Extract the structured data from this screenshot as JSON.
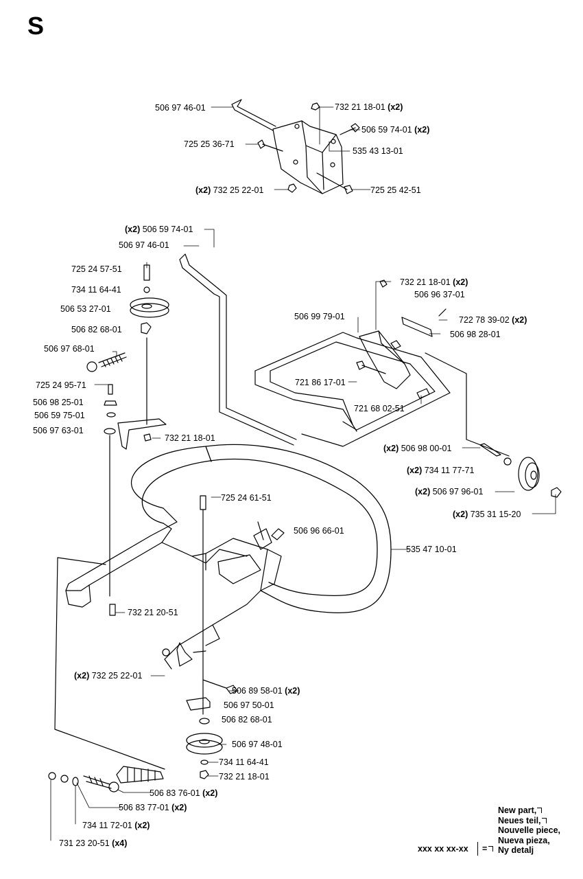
{
  "section_letter": "S",
  "labels": [
    {
      "id": "l01",
      "pre": "",
      "text": "506 97 46-01",
      "qty": ""
    },
    {
      "id": "l02",
      "pre": "",
      "text": "732 21 18-01",
      "qty": "(x2)"
    },
    {
      "id": "l03",
      "pre": "",
      "text": "506 59 74-01",
      "qty": "(x2)"
    },
    {
      "id": "l04",
      "pre": "",
      "text": "725 25 36-71",
      "qty": ""
    },
    {
      "id": "l05",
      "pre": "",
      "text": "535 43 13-01",
      "qty": ""
    },
    {
      "id": "l06",
      "pre": "(x2)",
      "text": "732 25 22-01",
      "qty": ""
    },
    {
      "id": "l07",
      "pre": "",
      "text": "725 25 42-51",
      "qty": ""
    },
    {
      "id": "l08",
      "pre": "(x2)",
      "text": "506 59 74-01",
      "qty": ""
    },
    {
      "id": "l09",
      "pre": "",
      "text": "506 97 46-01",
      "qty": ""
    },
    {
      "id": "l10",
      "pre": "",
      "text": "725 24 57-51",
      "qty": ""
    },
    {
      "id": "l11",
      "pre": "",
      "text": "734 11 64-41",
      "qty": ""
    },
    {
      "id": "l12",
      "pre": "",
      "text": "506 53 27-01",
      "qty": ""
    },
    {
      "id": "l13",
      "pre": "",
      "text": "506 82 68-01",
      "qty": ""
    },
    {
      "id": "l14",
      "pre": "",
      "text": "506 97 68-01",
      "qty": ""
    },
    {
      "id": "l15",
      "pre": "",
      "text": "725 24 95-71",
      "qty": ""
    },
    {
      "id": "l16",
      "pre": "",
      "text": "506 98 25-01",
      "qty": ""
    },
    {
      "id": "l17",
      "pre": "",
      "text": "506 59 75-01",
      "qty": ""
    },
    {
      "id": "l18",
      "pre": "",
      "text": "506 97 63-01",
      "qty": ""
    },
    {
      "id": "l19",
      "pre": "",
      "text": "732 21 18-01",
      "qty": ""
    },
    {
      "id": "l20",
      "pre": "",
      "text": "732 21 18-01",
      "qty": "(x2)"
    },
    {
      "id": "l21",
      "pre": "",
      "text": "506 96 37-01",
      "qty": ""
    },
    {
      "id": "l22",
      "pre": "",
      "text": "506 99 79-01",
      "qty": ""
    },
    {
      "id": "l23",
      "pre": "",
      "text": "722 78 39-02",
      "qty": "(x2)"
    },
    {
      "id": "l24",
      "pre": "",
      "text": "506 98 28-01",
      "qty": ""
    },
    {
      "id": "l25",
      "pre": "",
      "text": "721 86 17-01",
      "qty": ""
    },
    {
      "id": "l26",
      "pre": "",
      "text": "721 68 02-51",
      "qty": ""
    },
    {
      "id": "l27",
      "pre": "(x2)",
      "text": "506 98 00-01",
      "qty": ""
    },
    {
      "id": "l28",
      "pre": "(x2)",
      "text": "734 11 77-71",
      "qty": ""
    },
    {
      "id": "l29",
      "pre": "(x2)",
      "text": "506 97 96-01",
      "qty": ""
    },
    {
      "id": "l30",
      "pre": "(x2)",
      "text": "735 31 15-20",
      "qty": ""
    },
    {
      "id": "l31",
      "pre": "",
      "text": "725 24 61-51",
      "qty": ""
    },
    {
      "id": "l32",
      "pre": "",
      "text": "506 96 66-01",
      "qty": ""
    },
    {
      "id": "l33",
      "pre": "",
      "text": "535 47 10-01",
      "qty": ""
    },
    {
      "id": "l34",
      "pre": "",
      "text": "732 21 20-51",
      "qty": ""
    },
    {
      "id": "l35",
      "pre": "(x2)",
      "text": "732 25 22-01",
      "qty": ""
    },
    {
      "id": "l36",
      "pre": "",
      "text": "506 89 58-01",
      "qty": "(x2)"
    },
    {
      "id": "l37",
      "pre": "",
      "text": "506 97 50-01",
      "qty": ""
    },
    {
      "id": "l38",
      "pre": "",
      "text": "506 82 68-01",
      "qty": ""
    },
    {
      "id": "l39",
      "pre": "",
      "text": "506 97 48-01",
      "qty": ""
    },
    {
      "id": "l40",
      "pre": "",
      "text": "734 11 64-41",
      "qty": ""
    },
    {
      "id": "l41",
      "pre": "",
      "text": "732 21 18-01",
      "qty": ""
    },
    {
      "id": "l42",
      "pre": "",
      "text": "506 83 76-01",
      "qty": "(x2)"
    },
    {
      "id": "l43",
      "pre": "",
      "text": "506 83 77-01",
      "qty": "(x2)"
    },
    {
      "id": "l44",
      "pre": "",
      "text": "734 11 72-01",
      "qty": "(x2)"
    },
    {
      "id": "l45",
      "pre": "",
      "text": "731 23 20-51",
      "qty": "(x4)"
    }
  ],
  "legend": {
    "lines": [
      "New part,",
      "Neues teil,",
      "Nouvelle piece,",
      "Nueva pieza,",
      "Ny detalj"
    ],
    "code": "xxx xx xx-xx",
    "equals": "="
  }
}
